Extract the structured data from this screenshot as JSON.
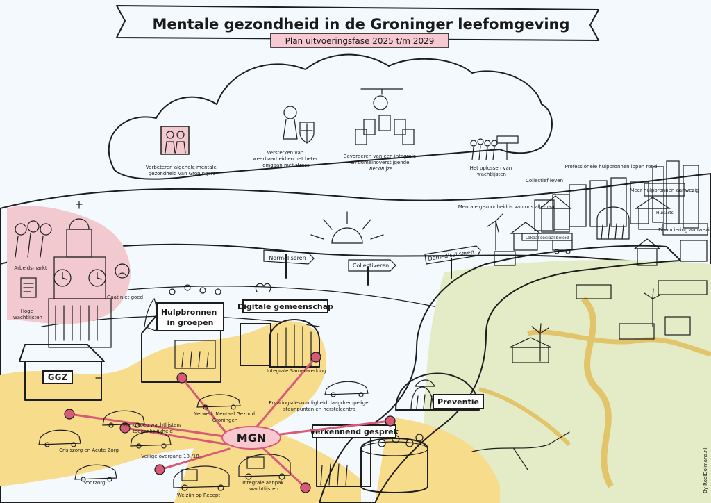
{
  "header": {
    "title": "Mentale gezondheid in de Groninger leefomgeving",
    "subtitle": "Plan uitvoeringsfase 2025 t/m 2029"
  },
  "cloud_goals": [
    "Verbeteren algehele mentale gezondheid van Groningers",
    "Versterken van weerbaarheid en het beter omgaan met stress",
    "Bevorderen van een integrale en domeinoverstijgende werkwijze",
    "Het oplossen van wachtlijsten"
  ],
  "signposts": [
    "Normaliseren",
    "Collectiveren",
    "Demedicaliseren"
  ],
  "city_labels": [
    "Collectief leven",
    "Professionele hulpbronnen lopen rond",
    "Meer hulpbronnen aanwezig",
    "Mentale gezondheid is van ons allemaal",
    "Lokaal sociaal beleid",
    "Financiering aanwezig",
    "Huisarts"
  ],
  "problems": [
    "Arbeidsmarkt",
    "Gaat niet goed",
    "Hoge wachtlijsten"
  ],
  "buildings": {
    "ggz": "GGZ",
    "hulpbronnen": "Hulpbronnen in groepen",
    "digitaal": "Digitale gemeenschap",
    "preventie": "Preventie",
    "verkennend": "Verkennend gesprek"
  },
  "hub": "MGN",
  "network_labels": [
    "Integrale Samenwerking",
    "Netwerk Mentaal Gezond Groningen",
    "Ervaringsdeskundigheid, laagdrempelige steunpunten en herstelcentra",
    "Werkgroep wachtlijsten/ toegankelijkheid",
    "Crisiszorg en Acute Zorg",
    "Veilige overgang 18-/18+",
    "Voorzorg",
    "Welzijn op Recept",
    "Integrale aanpak wachtlijsten"
  ],
  "credit": "By RoelDolmans.nl",
  "colors": {
    "banner": "#f6d98a",
    "pink": "#f1c9cf",
    "sand": "#f7dc8c",
    "meadow": "#e4ecc7",
    "road": "#ececec",
    "hub": "#f7c8cf",
    "node": "#d85a76",
    "sky": "#f3f9fd"
  }
}
